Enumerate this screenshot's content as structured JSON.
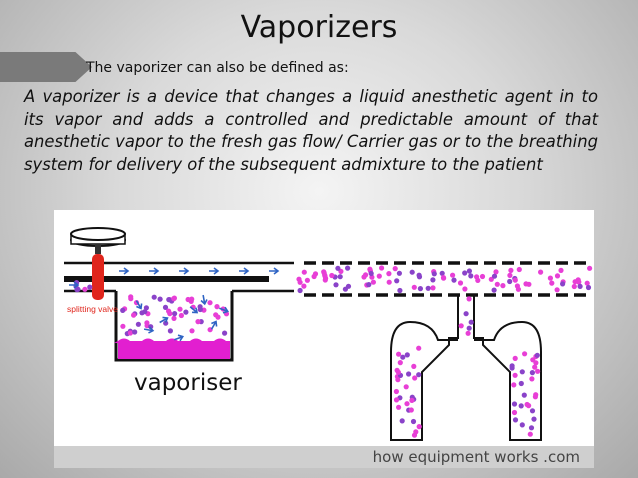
{
  "slide": {
    "title": "Vaporizers",
    "subtitle": "The vaporizer can also be defined as:",
    "definition": "A vaporizer is a device that changes a liquid anesthetic agent in to its vapor and adds a controlled and predictable amount of that anesthetic vapor to the fresh gas flow/ Carrier gas or to the breathing system for delivery of the subsequent admixture to the patient"
  },
  "diagram": {
    "splitting_valve_label": "splitting valve",
    "vaporiser_label": "vaporiser",
    "credit": "how equipment works .com",
    "colors": {
      "dot_magenta": "#e83fd6",
      "dot_purple": "#8a43c9",
      "arrow_blue": "#2f64c4",
      "valve_red": "#e0251c",
      "liquid": "#e21fd0"
    }
  }
}
